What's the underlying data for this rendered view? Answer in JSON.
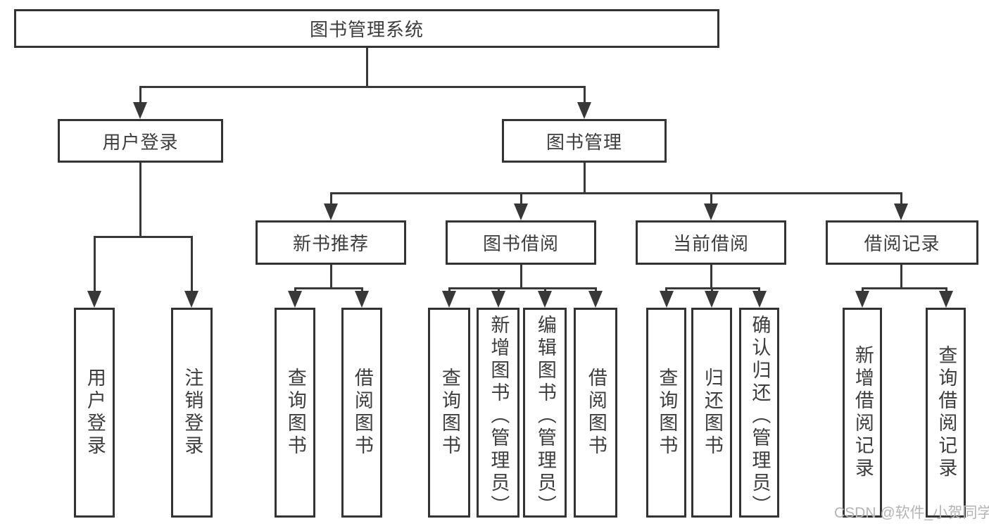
{
  "diagram": {
    "root": {
      "label": "图书管理系统"
    },
    "level2": {
      "user_login": {
        "label": "用户登录"
      },
      "book_mgmt": {
        "label": "图书管理"
      }
    },
    "level3": {
      "new_book": {
        "label": "新书推荐"
      },
      "book_borrow": {
        "label": "图书借阅"
      },
      "current_borrow": {
        "label": "当前借阅"
      },
      "borrow_record": {
        "label": "借阅记录"
      }
    },
    "leaves": {
      "user_login_v": {
        "label": "用户登录"
      },
      "logout": {
        "label": "注销登录"
      },
      "nb_query": {
        "label": "查询图书"
      },
      "nb_borrow": {
        "label": "借阅图书"
      },
      "bb_query": {
        "label": "查询图书"
      },
      "bb_add": {
        "label": "新增图书（管理员）"
      },
      "bb_edit": {
        "label": "编辑图书（管理员）"
      },
      "bb_borrow": {
        "label": "借阅图书"
      },
      "cb_query": {
        "label": "查询图书"
      },
      "cb_return": {
        "label": "归还图书"
      },
      "cb_confirm": {
        "label": "确认归还（管理员）"
      },
      "br_add": {
        "label": "新增借阅记录"
      },
      "br_query": {
        "label": "查询借阅记录"
      }
    }
  },
  "watermark": {
    "text": "CSDN @软件_小贺同学"
  },
  "colors": {
    "line": "#383838",
    "border": "#333333",
    "text": "#3d3d3d",
    "watermark_text": "#b5b5b5",
    "background": "#ffffff"
  }
}
